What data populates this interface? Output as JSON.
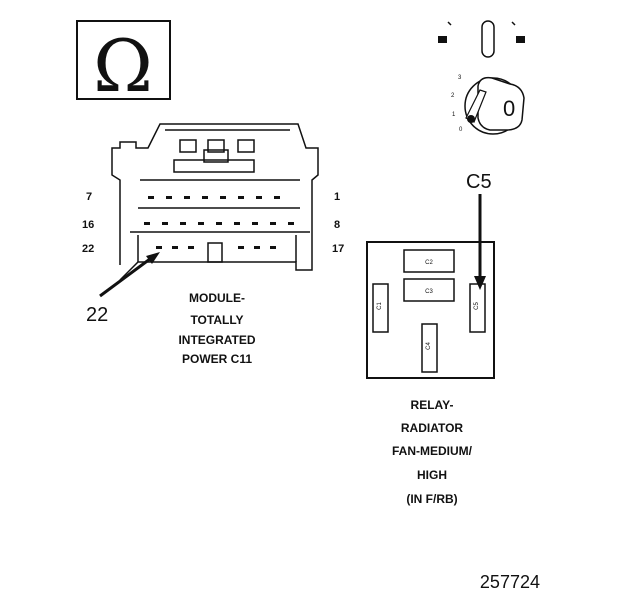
{
  "ohm_symbol": "Ω",
  "module": {
    "caption": [
      "MODULE-",
      "TOTALLY",
      "INTEGRATED",
      "POWER C11"
    ],
    "pin_labels": {
      "top_left": "7",
      "top_right": "1",
      "mid_left": "16",
      "mid_right": "8",
      "bottom_left": "22",
      "bottom_right": "17"
    },
    "callout": "22"
  },
  "ignition": {
    "positions": [
      "3",
      "2",
      "1",
      "0"
    ],
    "key_label": "0"
  },
  "relay": {
    "callout": "C5",
    "cavities": [
      "C2",
      "C3",
      "C1",
      "C5",
      "C4"
    ],
    "caption": [
      "RELAY-",
      "RADIATOR",
      "FAN-MEDIUM/",
      "HIGH",
      "(IN F/RB)"
    ]
  },
  "figure_number": "257724",
  "colors": {
    "ink": "#111111",
    "background": "#ffffff"
  }
}
